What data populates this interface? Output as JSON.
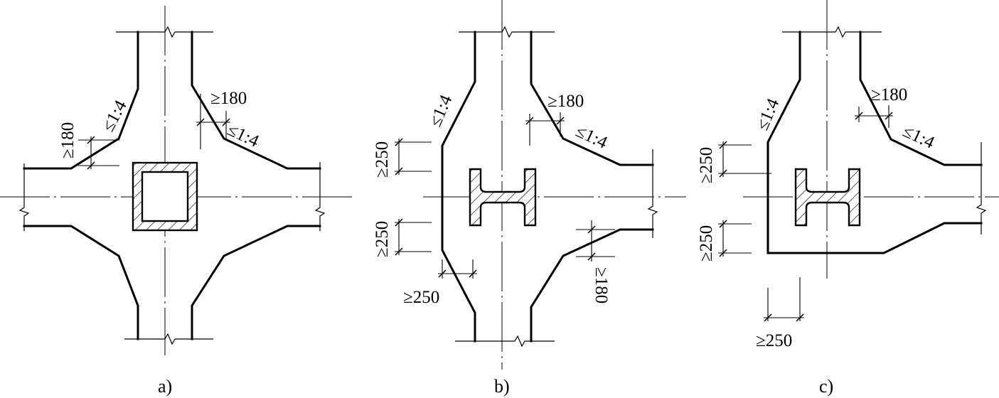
{
  "figures": [
    {
      "caption": "a)",
      "labels": {
        "dim_left_vertical": "≥180",
        "slope_left": "≤1:4",
        "dim_right_top": "≥180",
        "slope_right": "≤1:4"
      }
    },
    {
      "caption": "b)",
      "labels": {
        "slope_left": "≤1:4",
        "dim_upper_left": "≥250",
        "dim_lower_left": "≥250",
        "dim_bottom_left": "≥250",
        "dim_right_top": "≥180",
        "slope_right": "≤1:4",
        "dim_right_bottom": "≥180"
      }
    },
    {
      "caption": "c)",
      "labels": {
        "slope_left": "≤1:4",
        "dim_upper_left": "≥250",
        "dim_lower_left": "≥250",
        "dim_bottom": "≥250",
        "dim_right_top": "≥180",
        "slope_right": "≤1:4"
      }
    }
  ]
}
